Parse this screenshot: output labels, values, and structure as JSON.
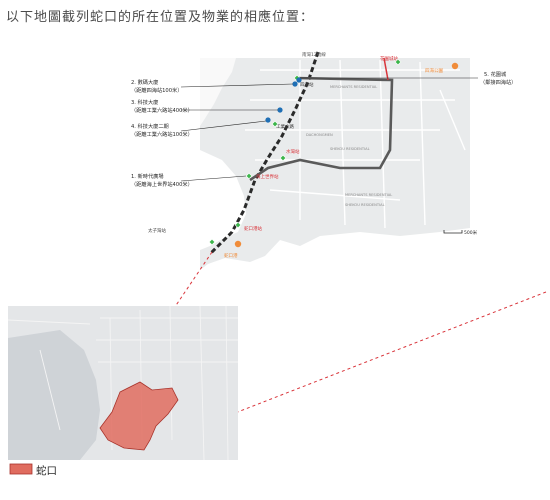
{
  "heading": "以下地圖截列蛇口的所在位置及物業的相應位置：",
  "main_map": {
    "road_label": "南灣12號線",
    "properties": [
      {
        "name": "1. 新時代廣場",
        "sub": "（距離海上世界站400米）"
      },
      {
        "name": "2. 數碼大廈",
        "sub": "（距離四海站100米）"
      },
      {
        "name": "3. 科技大廈",
        "sub": "（距離工業六路站400米）"
      },
      {
        "name": "4. 科技大廈二期",
        "sub": "（距離工業六路站100米）"
      },
      {
        "name": "5. 花園城",
        "sub": "（鄰接四海站）"
      }
    ],
    "stations": {
      "sihai": "四海站",
      "gongye6": "工業六路",
      "shuiwan": "水灣站",
      "haishang": "海上世界站",
      "shekou_port": "蛇口港站",
      "top_right": "花園城站"
    },
    "places": {
      "park": "四海公園",
      "hotel": "蛇口港",
      "taizi": "太子灣站",
      "district_a": "MERCHANTS RESIDENTIAL",
      "district_b": "SHEKOU RESIDENTIAL",
      "district_c": "DACHONGMEN",
      "district_d": "MERCHANTS RESIDENTIAL",
      "district_e": "SHEKOU RESIDENTIAL"
    },
    "scale_label": "500米"
  },
  "inset_map": {
    "legend_label": "蛇口",
    "highlight_color": "#e06c5f"
  },
  "colors": {
    "property_marker": "#1f6fb5",
    "metro_line": "#5a5a5a",
    "station": "#3bb54a",
    "red_line": "#d9343a"
  }
}
